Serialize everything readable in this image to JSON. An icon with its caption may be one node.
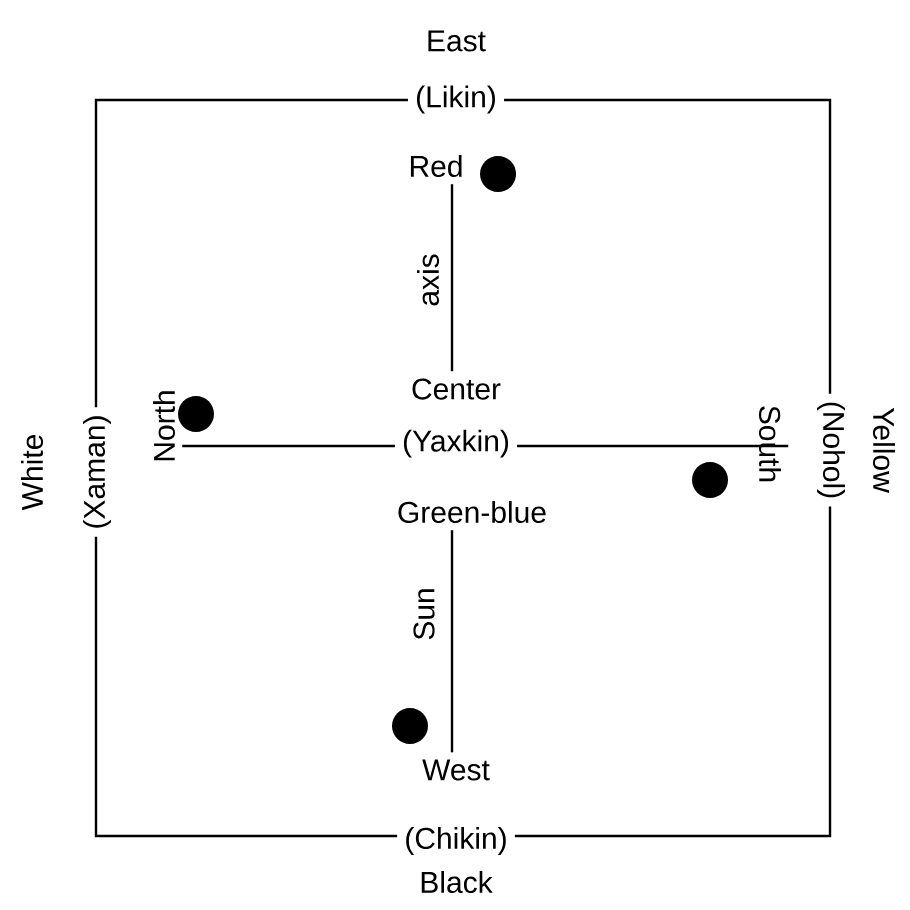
{
  "diagram": {
    "nodes": [
      {
        "text": [
          "East",
          "(Likin)"
        ]
      },
      {
        "text": [
          "Red"
        ]
      },
      {
        "text": [
          "White",
          "(Xaman)"
        ]
      },
      {
        "text": [
          "North"
        ]
      },
      {
        "text": [
          "Center",
          "(Yaxkin)"
        ]
      },
      {
        "text": [
          "Green-blue"
        ]
      },
      {
        "text": [
          "South"
        ]
      },
      {
        "text": [
          "Yellow",
          "(Nohol)"
        ]
      },
      {
        "text": [
          "West"
        ]
      },
      {
        "text": [
          "(Chikin)",
          "Black"
        ]
      }
    ],
    "edges": [
      {
        "from": 0,
        "to": 2,
        "arrow": "none"
      },
      {
        "from": 0,
        "to": 7,
        "arrow": "none"
      },
      {
        "from": 2,
        "to": 9,
        "arrow": "none"
      },
      {
        "from": 7,
        "to": 9,
        "arrow": "none"
      },
      {
        "from": 1,
        "to": 4,
        "arrow": "none",
        "label": "axis"
      },
      {
        "from": 3,
        "to": 4,
        "arrow": "none"
      },
      {
        "from": 4,
        "to": 6,
        "arrow": "none"
      },
      {
        "from": 5,
        "to": 8,
        "arrow": "none",
        "label": "Sun"
      }
    ]
  }
}
